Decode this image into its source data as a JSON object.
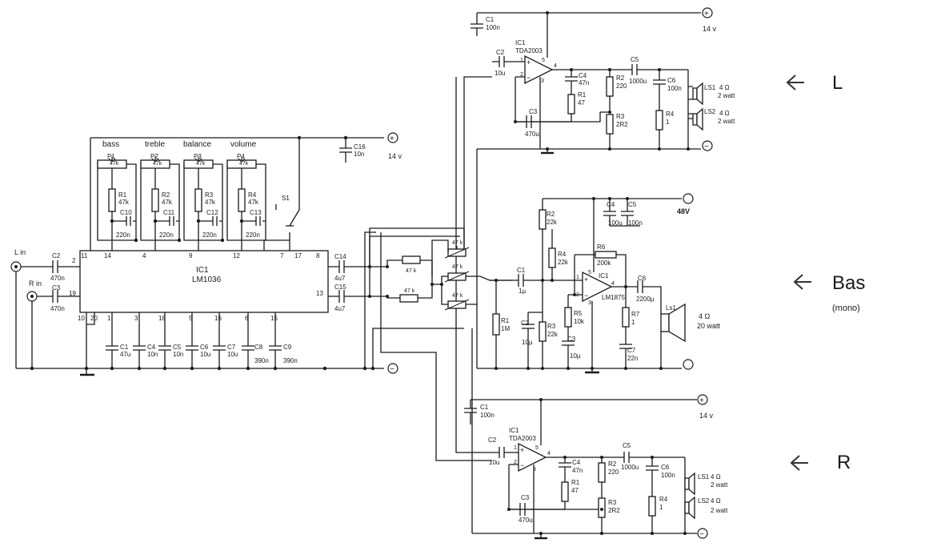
{
  "top_amp": {
    "c1": "C1",
    "c1_val": "100n",
    "supply": "14 v",
    "ic_name": "IC1",
    "ic_type": "TDA2003",
    "c2": "C2",
    "c2_val": "10u",
    "c4": "C4",
    "c4_val": "47n",
    "r1": "R1",
    "r1_val": "47",
    "r2": "R2",
    "r2_val": "220",
    "r3": "R3",
    "r3_val": "2R2",
    "c3": "C3",
    "c3_val": "470u",
    "c5": "C5",
    "c5_val": "1000u",
    "c6": "C6",
    "c6_val": "100n",
    "r4": "R4",
    "r4_val": "1",
    "ls1": "LS1",
    "ls1_val": "4 Ω",
    "ls1_watt": "2 watt",
    "ls2": "LS2",
    "ls2_val": "4 Ω",
    "ls2_watt": "2 watt",
    "pin1": "1",
    "pin2": "2",
    "pin3": "3",
    "pin4": "4",
    "pin5": "5"
  },
  "bottom_amp": {
    "c1": "C1",
    "c1_val": "100n",
    "supply": "14 v",
    "ic_name": "IC1",
    "ic_type": "TDA2003",
    "c2": "C2",
    "c2_val": "10u",
    "c4": "C4",
    "c4_val": "47n",
    "r1": "R1",
    "r1_val": "47",
    "r2": "R2",
    "r2_val": "220",
    "r3": "R3",
    "r3_val": "2R2",
    "c3": "C3",
    "c3_val": "470u",
    "c5": "C5",
    "c5_val": "1000u",
    "c6": "C6",
    "c6_val": "100n",
    "r4": "R4",
    "r4_val": "1",
    "ls1": "LS1",
    "ls1_val": "4 Ω",
    "ls1_watt": "2 watt",
    "ls2": "LS2",
    "ls2_val": "4 Ω",
    "ls2_watt": "2 watt",
    "pin1": "1",
    "pin2": "2",
    "pin3": "3",
    "pin4": "4",
    "pin5": "5"
  },
  "tone": {
    "pot_labels": [
      "bass",
      "treble",
      "balance",
      "volume"
    ],
    "pots": [
      "P1",
      "P2",
      "P3",
      "P4"
    ],
    "pot_val": "47k",
    "rs": [
      "R1",
      "R2",
      "R3",
      "R4"
    ],
    "r_val": "47k",
    "caps": [
      "C10",
      "C11",
      "C12",
      "C13"
    ],
    "cap_val": "220n",
    "s1": "S1",
    "c16": "C16",
    "c16_val": "10n",
    "supply": "14 v",
    "ic_name": "IC1",
    "ic_type": "LM1036",
    "lin": "L in",
    "rin": "R in",
    "c2": "C2",
    "c2_val": "470n",
    "c3": "C3",
    "c3_val": "470n",
    "c14": "C14",
    "c14_val": "4u7",
    "c15": "C15",
    "c15_val": "4u7",
    "pins_top": [
      "11",
      "14",
      "4",
      "9",
      "12",
      "7",
      "17",
      "8"
    ],
    "pins_side": [
      "2",
      "19",
      "13"
    ],
    "pins_bottom": [
      "10",
      "20",
      "1",
      "3",
      "18",
      "5",
      "16",
      "6",
      "15"
    ],
    "bottom_caps": [
      {
        "name": "C1",
        "val": "47u"
      },
      {
        "name": "C4",
        "val": "10n"
      },
      {
        "name": "C5",
        "val": "10n"
      },
      {
        "name": "C6",
        "val": "10u"
      },
      {
        "name": "C7",
        "val": "10u"
      },
      {
        "name": "C8",
        "val": "390n"
      },
      {
        "name": "C9",
        "val": "390n"
      }
    ]
  },
  "mixer": {
    "pot_val": "47 k",
    "res_val": "47 k"
  },
  "bass_amp": {
    "supply": "48V",
    "r2": "R2",
    "r2_val": "22k",
    "c4": "C4",
    "c4_val": "100u",
    "c5": "C5",
    "c5_val": "100n",
    "r4": "R4",
    "r4_val": "22k",
    "r6": "R6",
    "r6_val": "200k",
    "ic_name": "IC1",
    "ic_type": "LM1875",
    "c1": "C1",
    "c1_val": "1µ",
    "r1": "R1",
    "r1_val": "1M",
    "c2": "C2",
    "c2_val": "10µ",
    "r3": "R3",
    "r3_val": "22k",
    "r5": "R5",
    "r5_val": "10k",
    "c3": "C3",
    "c3_val": "10µ",
    "c6": "C6",
    "c6_val": "2200µ",
    "r7": "R7",
    "r7_val": "1",
    "c7": "C7",
    "c7_val": "22n",
    "ls": "Ls1",
    "ls_val": "4 Ω",
    "ls_watt": "20 watt",
    "pin1": "1",
    "pin2": "2",
    "pin3": "3",
    "pin4": "4",
    "pin5": "5"
  },
  "labels": {
    "left": "L",
    "bass": "Bas",
    "bass_sub": "(mono)",
    "right": "R"
  },
  "symbols": {
    "plus": "+",
    "minus": "−"
  }
}
